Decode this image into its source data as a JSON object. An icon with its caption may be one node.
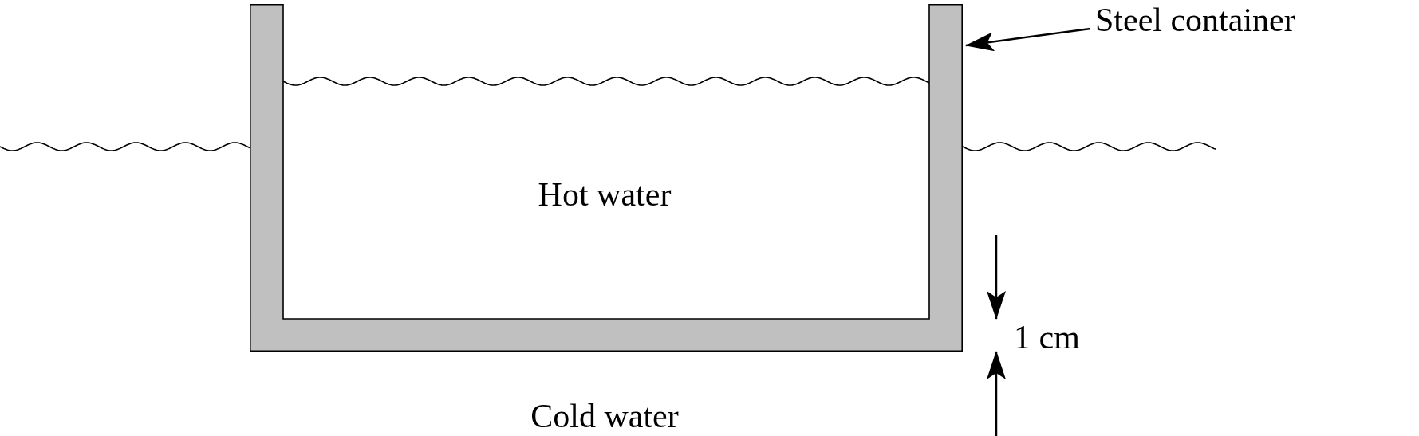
{
  "diagram": {
    "nodes": [
      {
        "text": [
          "Steel container"
        ]
      },
      {
        "text": [],
        "shape": "box"
      }
    ],
    "edges": [
      {
        "from": 0,
        "to": 1,
        "arrow": "to"
      }
    ],
    "labels": [
      "Hot water",
      "1 cm",
      "Cold water"
    ]
  }
}
